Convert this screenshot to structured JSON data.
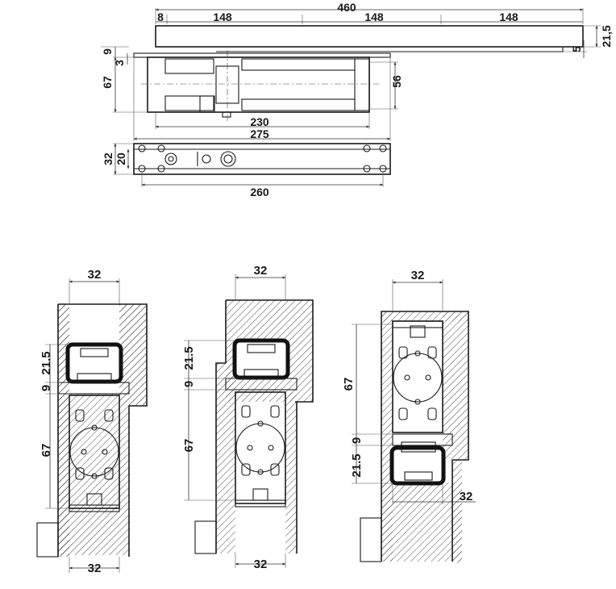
{
  "top_view": {
    "arm_length": "460",
    "arm_offset": "8",
    "arm_segments": [
      "148",
      "148",
      "148"
    ],
    "arm_height": "21,5",
    "arm_tip": "5",
    "plate_thickness": "9",
    "plate_offset": "3",
    "body_height": "67",
    "body_inner_height": "56",
    "body_length": "230",
    "plate_length": "275"
  },
  "plan_view": {
    "width": "32",
    "inner_width": "20",
    "hole_spacing": "260"
  },
  "sections": [
    {
      "top_width": "32",
      "arm_height": "21.5",
      "gap": "9",
      "body_height": "67",
      "bottom_width": "32"
    },
    {
      "top_width": "32",
      "arm_height": "21.5",
      "gap": "9",
      "body_height": "67",
      "bottom_width": "32"
    },
    {
      "top_width": "32",
      "body_height": "67",
      "gap": "9",
      "arm_height": "21.5",
      "bottom_width": "32"
    }
  ],
  "colors": {
    "line": "#1a1a1a",
    "hatch": "#333333",
    "background": "#ffffff"
  }
}
